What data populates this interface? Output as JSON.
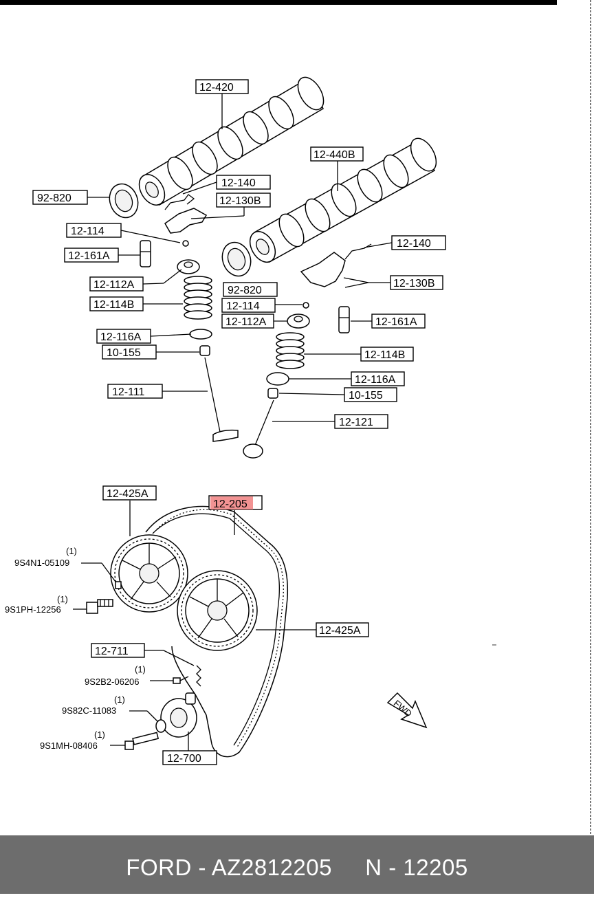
{
  "diagram": {
    "labels": {
      "camshaft_intake": "12-420",
      "camshaft_exhaust": "12-440B",
      "oil_seal_left": "92-820",
      "oil_seal_right": "92-820",
      "clip_left": "12-140",
      "clip_right": "12-140",
      "rocker_left": "12-130B",
      "rocker_right": "12-130B",
      "keeper_left": "12-114",
      "keeper_right": "12-114",
      "lash_adjuster_left": "12-161A",
      "lash_adjuster_right": "12-161A",
      "spring_retainer_left": "12-112A",
      "spring_retainer_right": "12-112A",
      "valve_spring_left": "12-114B",
      "valve_spring_right": "12-114B",
      "spring_seat_left": "12-116A",
      "spring_seat_right": "12-116A",
      "valve_seal_left": "10-155",
      "valve_seal_right": "10-155",
      "intake_valve": "12-111",
      "exhaust_valve": "12-121",
      "pulley_top": "12-425A",
      "pulley_right": "12-425A",
      "timing_belt": "12-205",
      "idler_spring": "12-711",
      "tensioner": "12-700"
    },
    "fasteners": [
      {
        "part": "9S4N1-05109",
        "qty": "(1)"
      },
      {
        "part": "9S1PH-12256",
        "qty": "(1)"
      },
      {
        "part": "9S2B2-06206",
        "qty": "(1)"
      },
      {
        "part": "9S82C-11083",
        "qty": "(1)"
      },
      {
        "part": "9S1MH-08406",
        "qty": "(1)"
      }
    ],
    "fwd_label": "FWD",
    "highlight_color": "#f08080"
  },
  "footer": {
    "text": "FORD - AZ2812205     N - 12205"
  }
}
